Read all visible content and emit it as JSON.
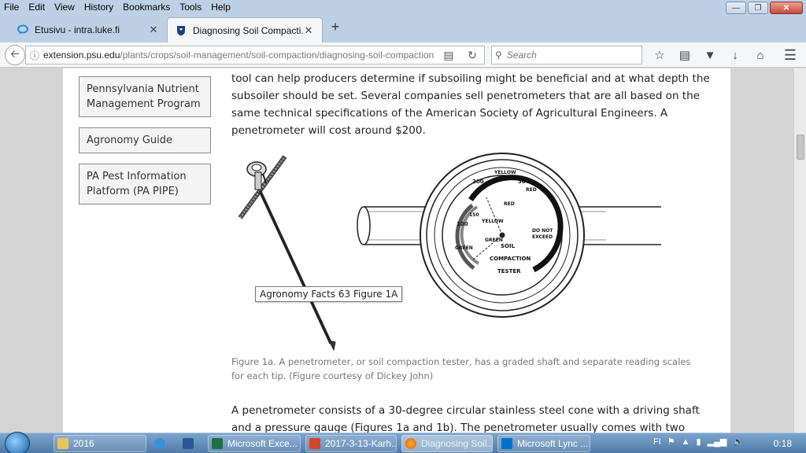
{
  "menubar": {
    "items": [
      "File",
      "Edit",
      "View",
      "History",
      "Bookmarks",
      "Tools",
      "Help"
    ]
  },
  "tabs": [
    {
      "label": "Etusivu - intra.luke.fi",
      "icon": "speech-bubble-icon",
      "active": false
    },
    {
      "label": "Diagnosing Soil Compacti...",
      "icon": "psu-shield-icon",
      "active": true
    }
  ],
  "nav": {
    "url_prefix": "extension.psu.edu",
    "url_rest": "/plants/crops/soil-management/soil-compaction/diagnosing-soil-compaction",
    "search_placeholder": "Search"
  },
  "sidebar": {
    "links": [
      "Pennsylvania Nutrient Management Program",
      "Agronomy Guide",
      "PA Pest Information Platform (PA PIPE)"
    ]
  },
  "article": {
    "para1": "tool can help producers determine if subsoiling might be beneficial and at what depth the subsoiler should be set. Several companies sell penetrometers that are all based on the same technical specifications of the American Society of Agricultural Engineers. A penetrometer will cost around $200.",
    "figure_tooltip": "Agronomy Facts 63 Figure 1A",
    "caption": "Figure 1a. A penetrometer, or soil compaction tester, has a graded shaft and separate reading scales for each tip. (Figure courtesy of Dickey John)",
    "para2": "A penetrometer consists of a 30-degree circular stainless steel cone with a driving shaft and a pressure gauge (Figures 1a and 1b). The penetrometer usually comes with two cones, one with a"
  },
  "figure": {
    "gauge_labels": {
      "yellow_outer": "YELLOW",
      "red_outer": "RED",
      "n200": "200",
      "n300": "300",
      "n100": "100",
      "n150": "150",
      "red_inner": "RED",
      "yellow_inner": "YELLOW",
      "green_inner": "GREEN",
      "green_outer": "GREEN",
      "do_not": "DO NOT",
      "exceed": "EXCEED",
      "soil": "SOIL",
      "compaction": "COMPACTION",
      "tester": "TESTER"
    }
  },
  "taskbar": {
    "items": [
      {
        "label": "2016",
        "icon": "folder-icon"
      },
      {
        "label": "",
        "icon": "ie-icon"
      },
      {
        "label": "",
        "icon": "word-icon"
      },
      {
        "label": "Microsoft Exce...",
        "icon": "excel-icon"
      },
      {
        "label": "2017-3-13-Karh...",
        "icon": "powerpoint-icon"
      },
      {
        "label": "Diagnosing Soil...",
        "icon": "firefox-icon"
      },
      {
        "label": "Microsoft Lync ...",
        "icon": "lync-icon"
      }
    ],
    "lang": "FI",
    "clock": "0:18"
  }
}
